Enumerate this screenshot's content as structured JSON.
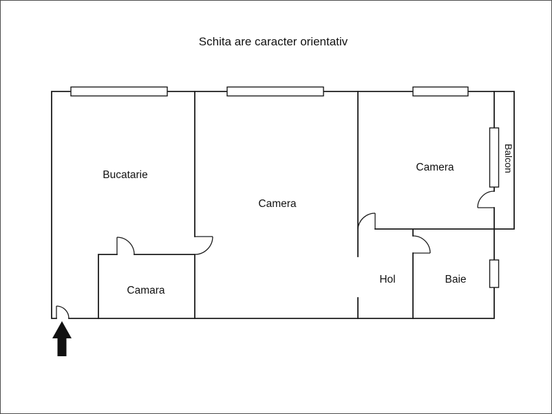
{
  "title": "Schita are caracter orientativ",
  "rooms": {
    "bucatarie": {
      "label": "Bucatarie"
    },
    "camera_mare": {
      "label": "Camera"
    },
    "camera_mica": {
      "label": "Camera"
    },
    "camara": {
      "label": "Camara"
    },
    "hol": {
      "label": "Hol"
    },
    "baie": {
      "label": "Baie"
    },
    "balcon": {
      "label": "Balcon"
    }
  },
  "icons": {
    "entrance_arrow": "up-arrow"
  },
  "colors": {
    "line": "#1a1a1a",
    "background": "#ffffff",
    "arrow": "#111111",
    "border": "#4a4a4a"
  }
}
